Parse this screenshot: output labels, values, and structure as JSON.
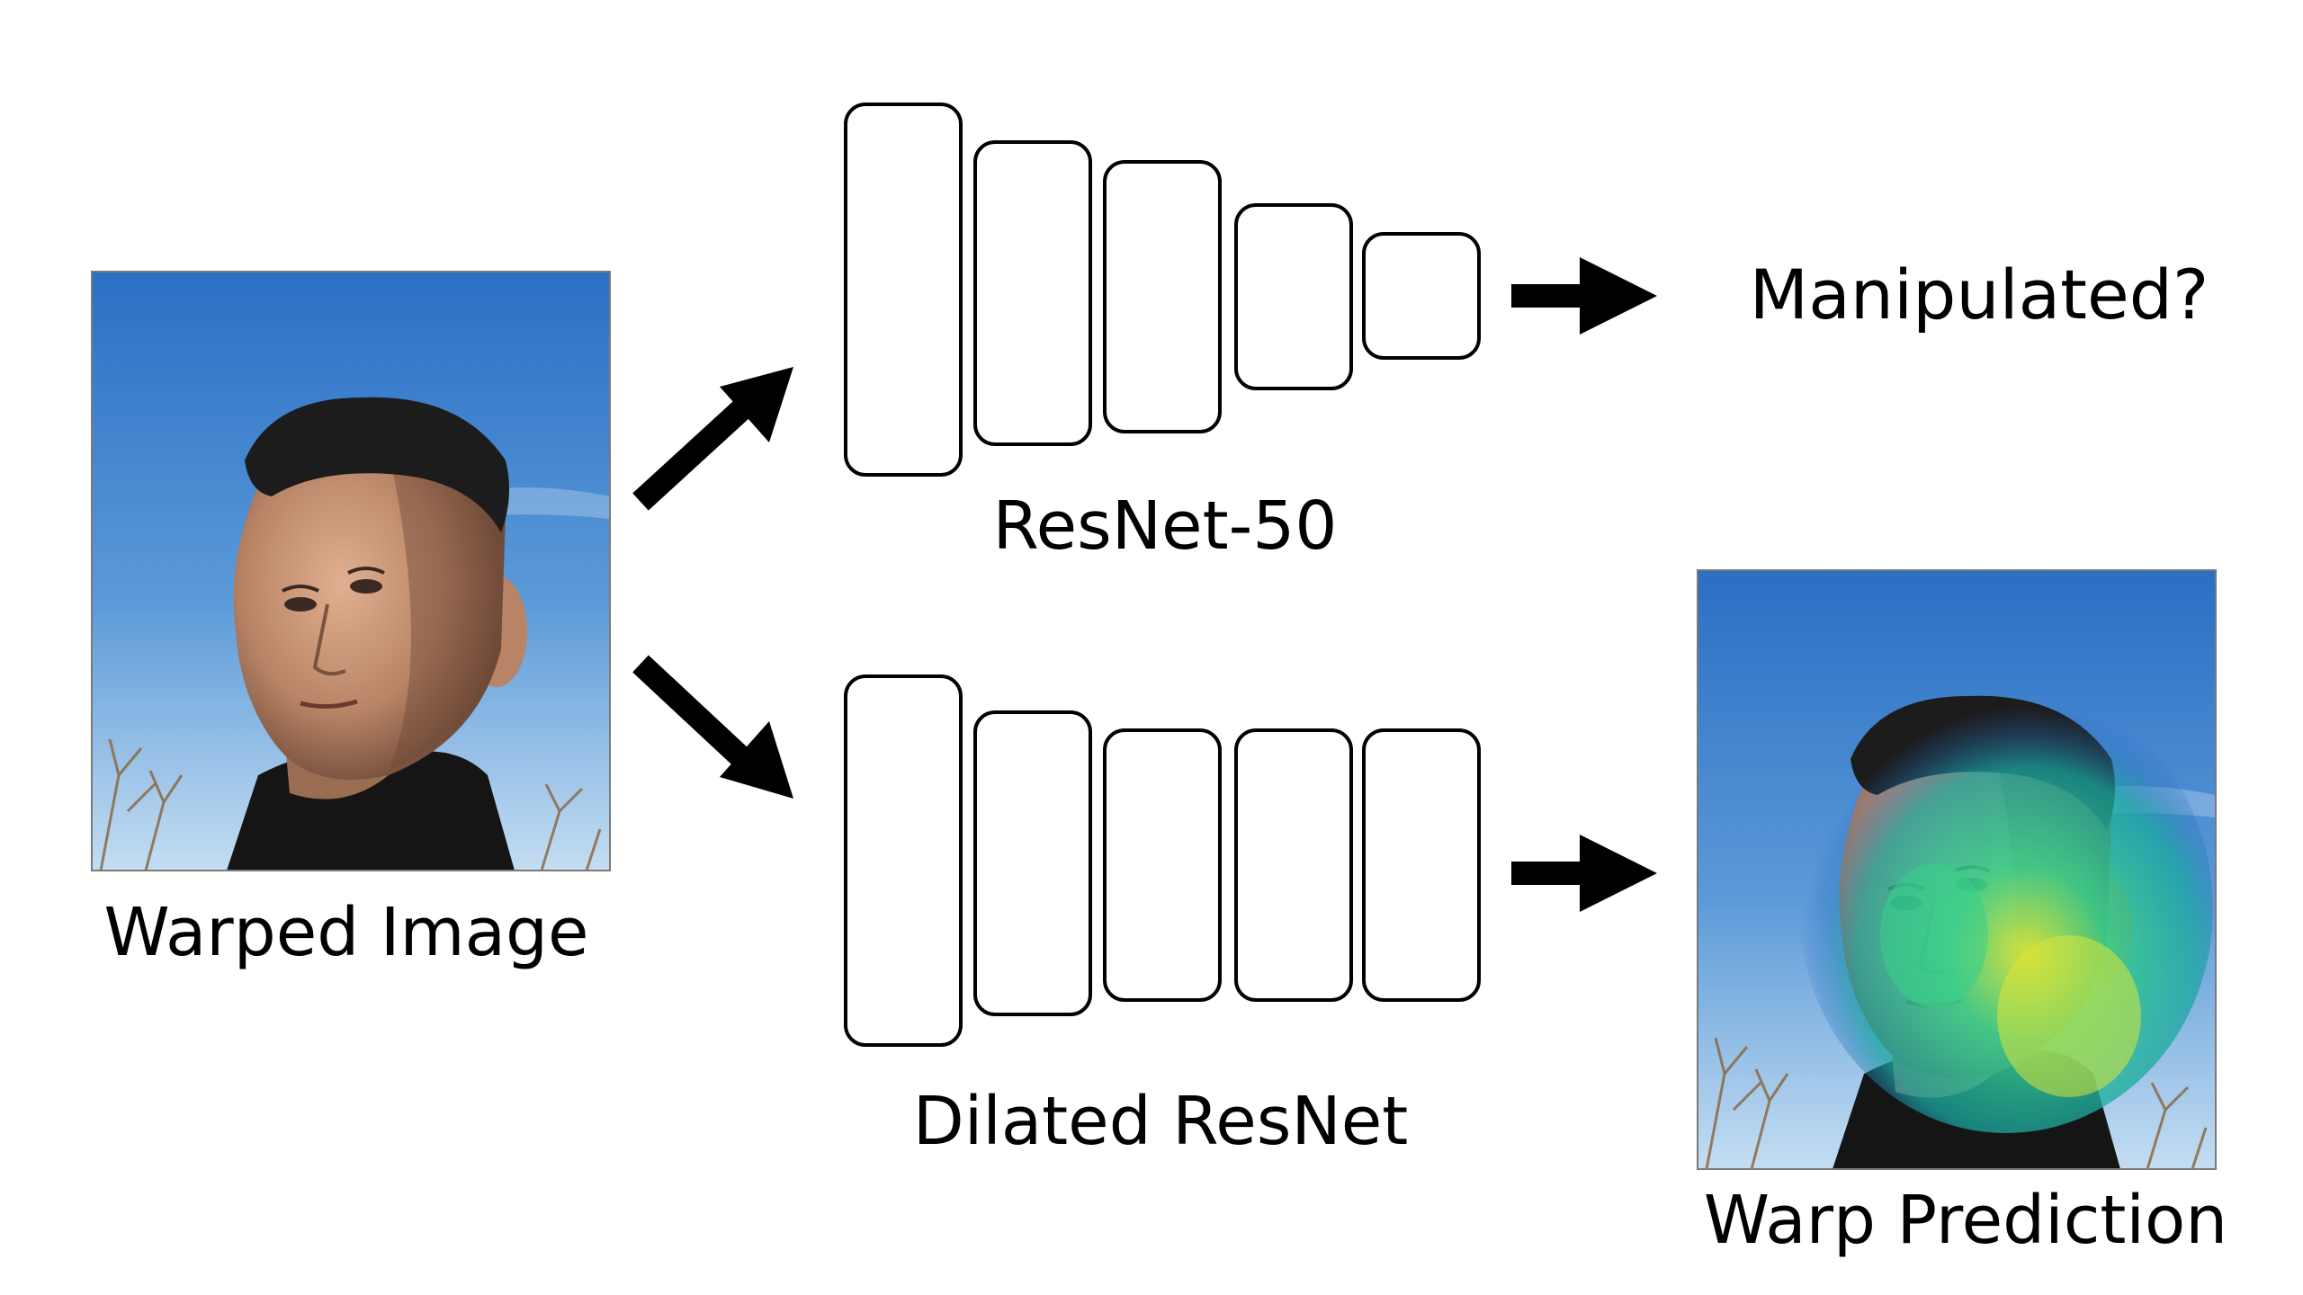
{
  "labels": {
    "input_image": "Warped Image",
    "top_network": "ResNet-50",
    "bottom_network": "Dilated ResNet",
    "top_output": "Manipulated?",
    "bottom_output": "Warp Prediction"
  },
  "colors": {
    "sky_top": "#2a6fc4",
    "sky_bottom": "#bcd8f0",
    "hair": "#1c1c1c",
    "skin": "#c99a78",
    "jacket": "#151515",
    "heatmap_green": "#39d08a",
    "heatmap_yellow": "#d8e63a",
    "arrow": "#000000",
    "block_stroke": "#000000"
  },
  "icons": {
    "input_photo": "face-portrait-photo",
    "output_photo": "face-warp-heatmap-photo",
    "arrow": "right-arrow-icon"
  }
}
